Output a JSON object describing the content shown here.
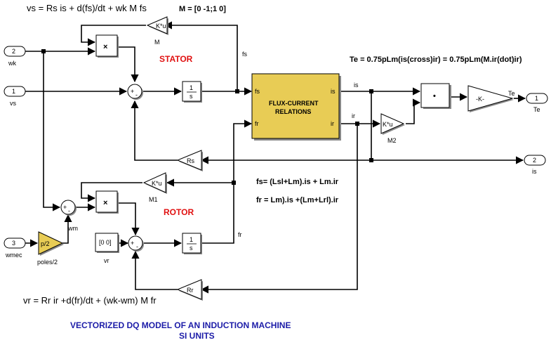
{
  "equations": {
    "stator_voltage": "vs = Rs is + d(fs)/dt + wk M fs",
    "m_matrix": "M = [0 -1;1 0]",
    "torque": "Te = 0.75pLm(is(cross)ir) = 0.75pLm(M.ir(dot)ir)",
    "flux_fs": "fs= (Lsl+Lm).is + Lm.ir",
    "flux_fr": "fr = Lm).is +(Lm+Lrl).ir",
    "rotor_voltage": "vr = Rr ir +d(fr)/dt + (wk-wm) M fr"
  },
  "section_labels": {
    "stator": "STATOR",
    "rotor": "ROTOR"
  },
  "title": {
    "line1": "VECTORIZED DQ MODEL OF AN INDUCTION  MACHINE",
    "line2": "SI UNITS"
  },
  "inports": [
    {
      "num": "2",
      "name": "wk"
    },
    {
      "num": "1",
      "name": "vs"
    },
    {
      "num": "3",
      "name": "wmec"
    }
  ],
  "outports": [
    {
      "num": "1",
      "name": "Te"
    },
    {
      "num": "2",
      "name": "is"
    }
  ],
  "blocks": {
    "gain_m": {
      "text": "K*u",
      "name": "M"
    },
    "gain_m1": {
      "text": "K*u",
      "name": "M1"
    },
    "gain_m2": {
      "text": "K*u",
      "name": "M2"
    },
    "gain_rs": {
      "text": "Rs"
    },
    "gain_rr": {
      "text": "Rr"
    },
    "gain_k": {
      "text": "-K-"
    },
    "gain_poles": {
      "text": "p/2",
      "name": "poles/2"
    },
    "product_symbol": "×",
    "dot_symbol": "•",
    "integrator_num": "1",
    "integrator_den": "s",
    "const_vr": {
      "text": "[0 0]",
      "name": "vr"
    },
    "flux_block": {
      "line1": "FLUX-CURRENT",
      "line2": "RELATIONS",
      "in_fs": "fs",
      "in_fr": "fr",
      "out_is": "is",
      "out_ir": "ir"
    }
  },
  "signal_labels": {
    "fs": "fs",
    "is": "is",
    "ir": "ir",
    "fr": "fr",
    "wm": "wm",
    "te": "Te"
  },
  "colors": {
    "flux_block_fill": "#e8cc55",
    "stator_label": "#e01010",
    "title": "#1c1ca8"
  }
}
